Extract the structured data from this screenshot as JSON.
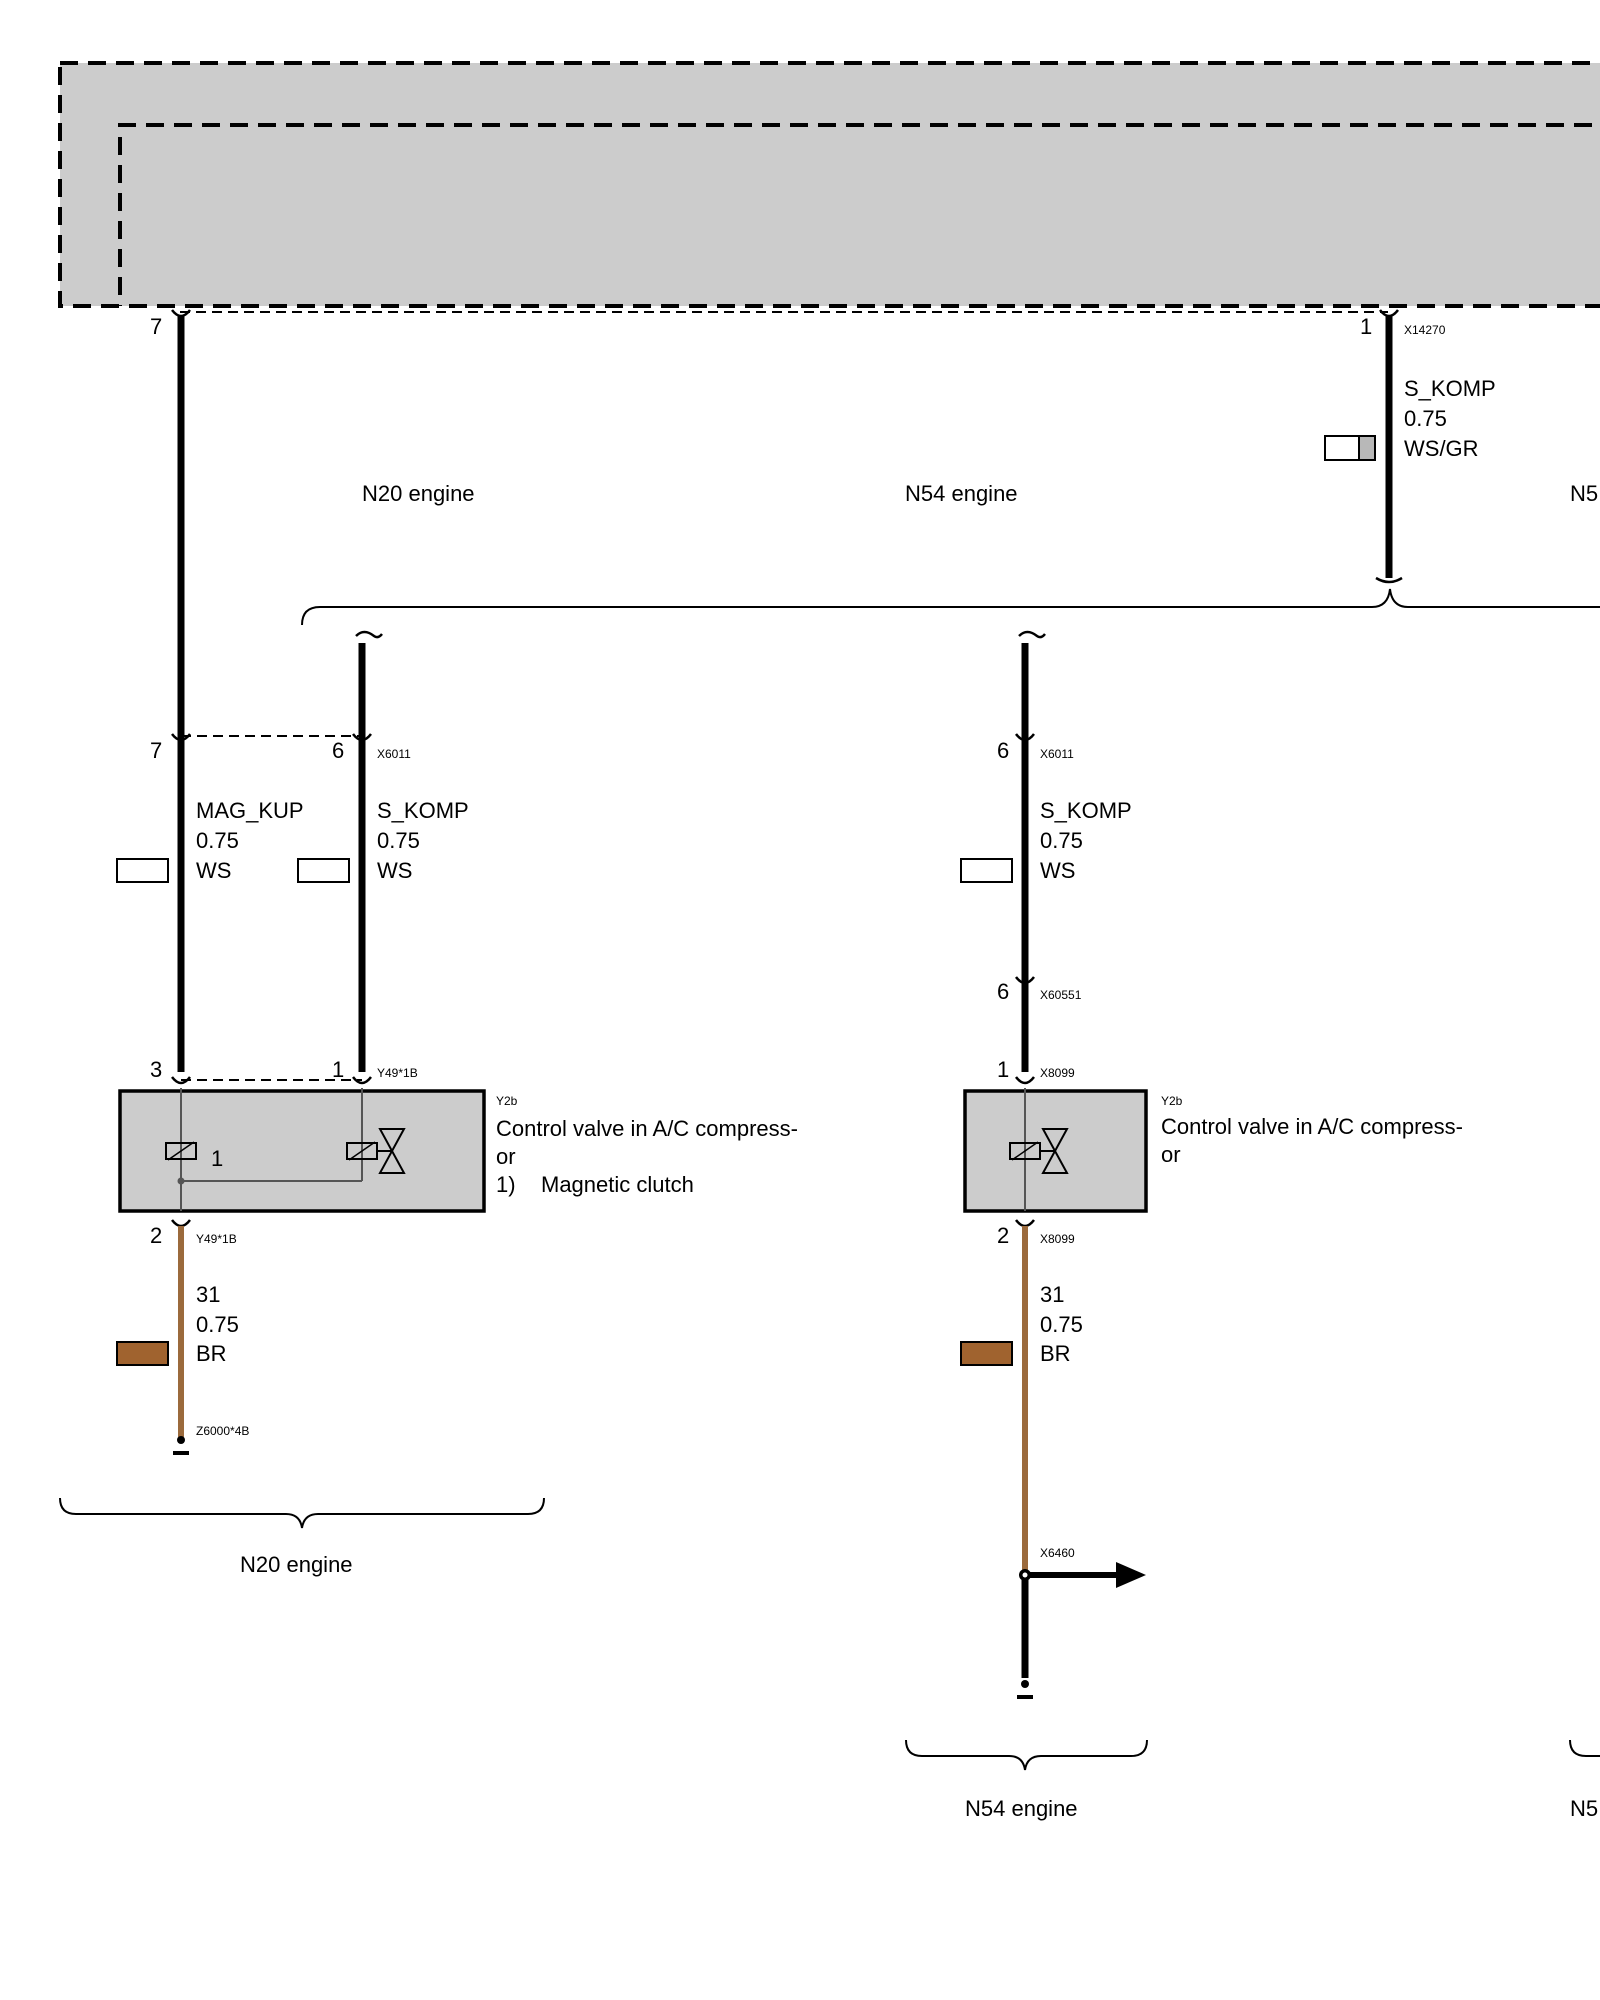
{
  "colors": {
    "panel_fill": "#cccccc",
    "wire_black": "#000000",
    "wire_brown": "#9b6a3c",
    "swatch_brown": "#a0632f",
    "swatch_gray": "#b8b8b8",
    "component_fill": "#cccccc"
  },
  "top": {
    "pin_left": "7",
    "pin_right": "1",
    "connector_right": "X14270",
    "wire_right": {
      "signal": "S_KOMP",
      "gauge": "0.75",
      "color": "WS/GR"
    }
  },
  "variants": {
    "n20_label": "N20 engine",
    "n54_label": "N54 engine",
    "n5x_label_top": "N5",
    "n5x_label_bottom": "N5"
  },
  "n20": {
    "pin_mag_top": "7",
    "pin_skomp_top": "6",
    "connector_x6011": "X6011",
    "wire_mag": {
      "signal": "MAG_KUP",
      "gauge": "0.75",
      "color": "WS"
    },
    "wire_skomp": {
      "signal": "S_KOMP",
      "gauge": "0.75",
      "color": "WS"
    },
    "pin_comp_3": "3",
    "pin_comp_1": "1",
    "connector_comp": "Y49*1B",
    "component_id": "Y2b",
    "component_line1": "Control valve in A/C compress-",
    "component_line2": "or",
    "footnote_num": "1)",
    "footnote_text": "Magnetic clutch",
    "coil_ref": "1",
    "pin_ground": "2",
    "connector_ground_pin": "Y49*1B",
    "wire_ground": {
      "signal": "31",
      "gauge": "0.75",
      "color": "BR"
    },
    "ground_ref": "Z6000*4B",
    "bottom_label": "N20 engine"
  },
  "n54": {
    "pin_top": "6",
    "connector_x6011": "X6011",
    "wire_skomp": {
      "signal": "S_KOMP",
      "gauge": "0.75",
      "color": "WS"
    },
    "pin_mid": "6",
    "connector_mid": "X60551",
    "pin_comp_1": "1",
    "connector_comp": "X8099",
    "component_id": "Y2b",
    "component_line1": "Control valve in A/C compress-",
    "component_line2": "or",
    "pin_ground": "2",
    "connector_ground_pin": "X8099",
    "wire_ground": {
      "signal": "31",
      "gauge": "0.75",
      "color": "BR"
    },
    "splice_ref": "X6460",
    "bottom_label": "N54 engine"
  }
}
